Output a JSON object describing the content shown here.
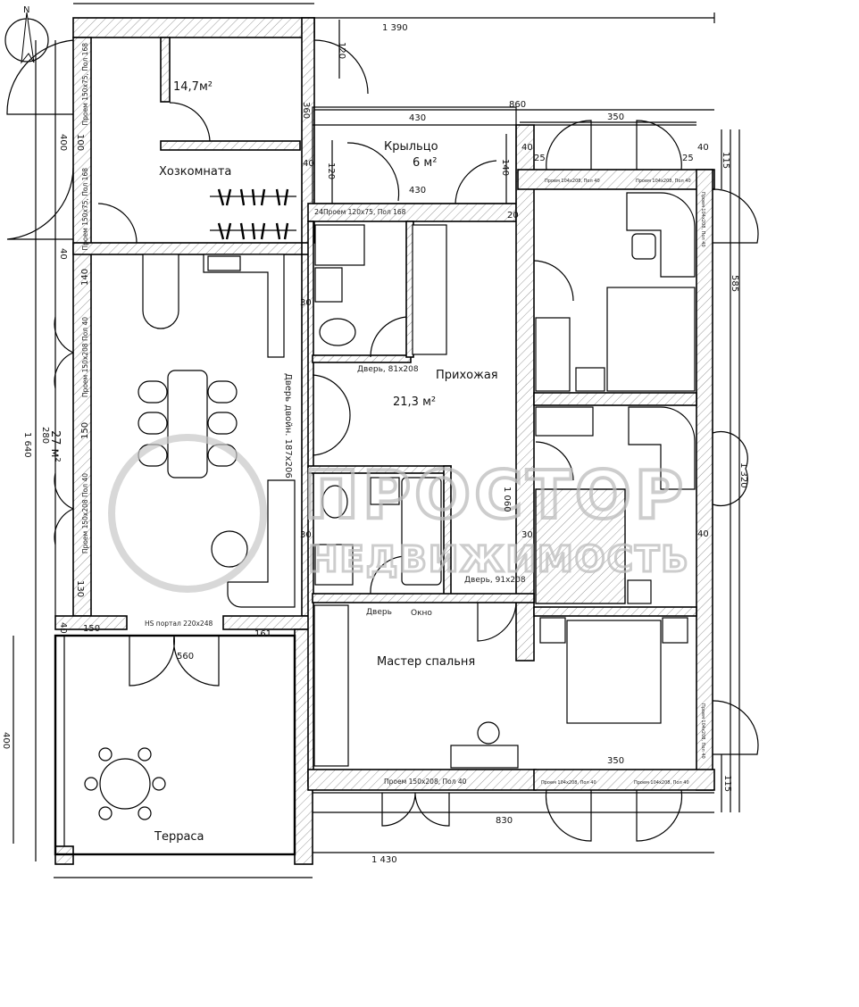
{
  "compass": {
    "label": "N"
  },
  "rooms": {
    "utility_room": "Хозкомната",
    "small_room_area": "14,7м²",
    "porch": "Крыльцо",
    "porch_area": "6 м²",
    "hallway": "Прихожая",
    "hallway_area": "21,3 м²",
    "master_bedroom": "Мастер спальня",
    "terrace": "Терраса",
    "living_area": "27 м²"
  },
  "openings": {
    "window_utility_1": "Проем 150x75, Пол 168",
    "window_utility_2": "Проем 150x75, Пол 168",
    "window_porch": "Проем 120x75, Пол 168",
    "door_living_1": "Проем 150x208 Пол 40",
    "door_living_2": "Проем 150x208 Пол 40",
    "double_door": "Дверь двойн. 187x206",
    "door_bath_1": "Дверь, 81x208",
    "door_bath_2": "Дверь, 91x208",
    "door": "Дверь",
    "window": "Окно",
    "hs_portal": "HS портал 220x248",
    "master_exit": "Проем 150x208, Пол 40",
    "bedroom_top_1": "Проем 104x208, Пол 40",
    "bedroom_top_2": "Проем 104x208, Пол 40",
    "bedroom_side_1": "Проем 104x208, Пол 40",
    "bedroom_side_2": "Проем 104x208, Пол 40",
    "bedroom_bottom_1": "Проем 104x208, Пол 40",
    "bedroom_bottom_2": "Проем 104x208, Пол 40"
  },
  "dimensions": {
    "top_total": "1 390",
    "top_right": "860",
    "porch_top": "430",
    "porch_bottom": "430",
    "bedroom_top": "350",
    "bedroom_bottom": "350",
    "d120a": "120",
    "d360": "360",
    "d40a": "40",
    "d120b": "120",
    "d140a": "140",
    "d400a": "400",
    "d100": "100",
    "d40b": "40",
    "d140b": "140",
    "d150a": "150",
    "d130": "130",
    "d40c": "40",
    "d150b": "150",
    "d161": "161",
    "d560": "560",
    "left_total": "1 640",
    "d280": "280",
    "terrace_height": "400",
    "bottom_total": "1 430",
    "d830": "830",
    "d115a": "115",
    "d115b": "115",
    "d585": "585",
    "right_total": "1 320",
    "d1060": "1 060",
    "d30a": "30",
    "d30b": "30",
    "d30c": "30",
    "d40d": "40",
    "d40e": "40",
    "d40f": "40",
    "d25a": "25",
    "d25b": "25",
    "d20": "20",
    "d24": "24"
  },
  "watermark": {
    "line1": "ПРОСТОР",
    "line2": "НЕДВИЖИМОСТЬ"
  },
  "colors": {
    "ink": "#000000",
    "watermark": "#bdbdbd"
  }
}
